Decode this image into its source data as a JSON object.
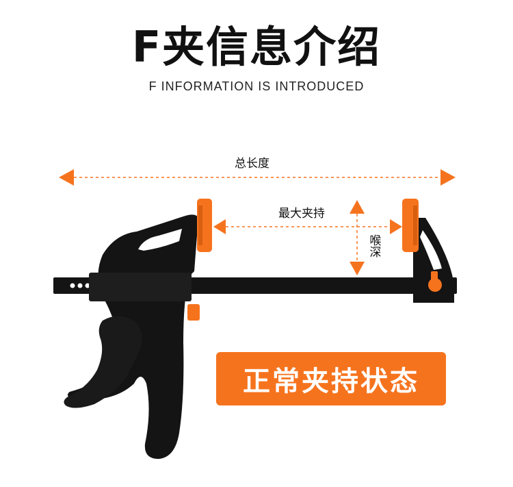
{
  "title": "F夹信息介绍",
  "subtitle": "F INFORMATION IS INTRODUCED",
  "dimensions": {
    "total_length": "总长度",
    "max_clamping": "最大夹持",
    "throat_depth": "喉深"
  },
  "status_badge": "正常夹持状态",
  "colors": {
    "accent_orange": "#f6731e",
    "body_black": "#111111",
    "bar_black": "#141414"
  }
}
